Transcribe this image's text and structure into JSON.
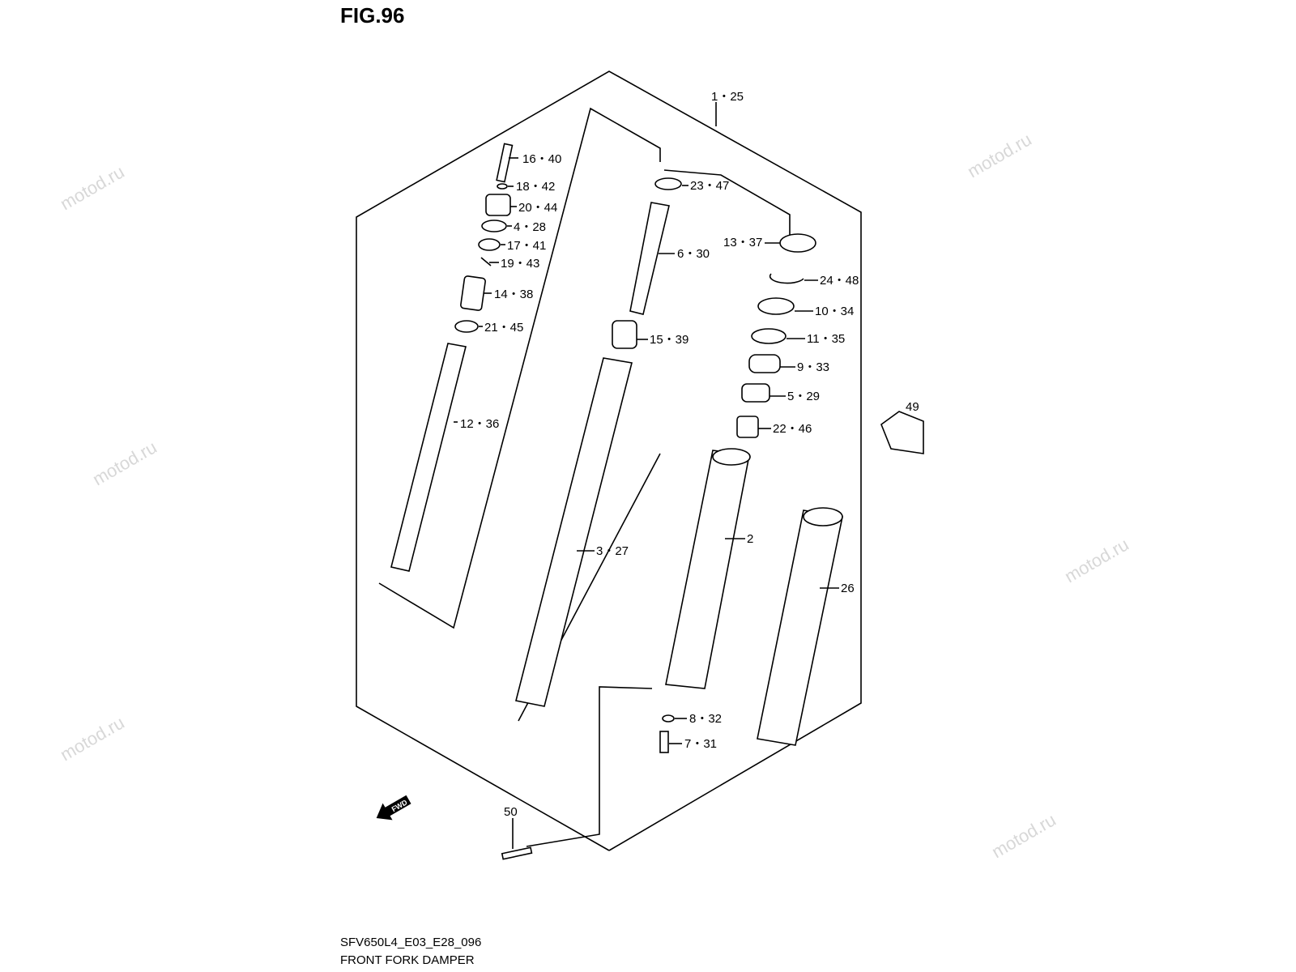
{
  "figure": {
    "title": "FIG.96",
    "code": "SFV650L4_E03_E28_096",
    "name": "FRONT FORK DAMPER",
    "watermark": "motod.ru",
    "fwd_label": "FWD"
  },
  "callouts": {
    "c1": "1・25",
    "c16": "16・40",
    "c18": "18・42",
    "c20": "20・44",
    "c4": "4・28",
    "c17": "17・41",
    "c19": "19・43",
    "c14": "14・38",
    "c21": "21・45",
    "c12": "12・36",
    "c23": "23・47",
    "c6": "6・30",
    "c15": "15・39",
    "c3": "3・27",
    "c13": "13・37",
    "c24": "24・48",
    "c10": "10・34",
    "c11": "11・35",
    "c9": "9・33",
    "c5": "5・29",
    "c22": "22・46",
    "c49": "49",
    "c2": "2",
    "c26": "26",
    "c8": "8・32",
    "c7": "7・31",
    "c50": "50"
  }
}
